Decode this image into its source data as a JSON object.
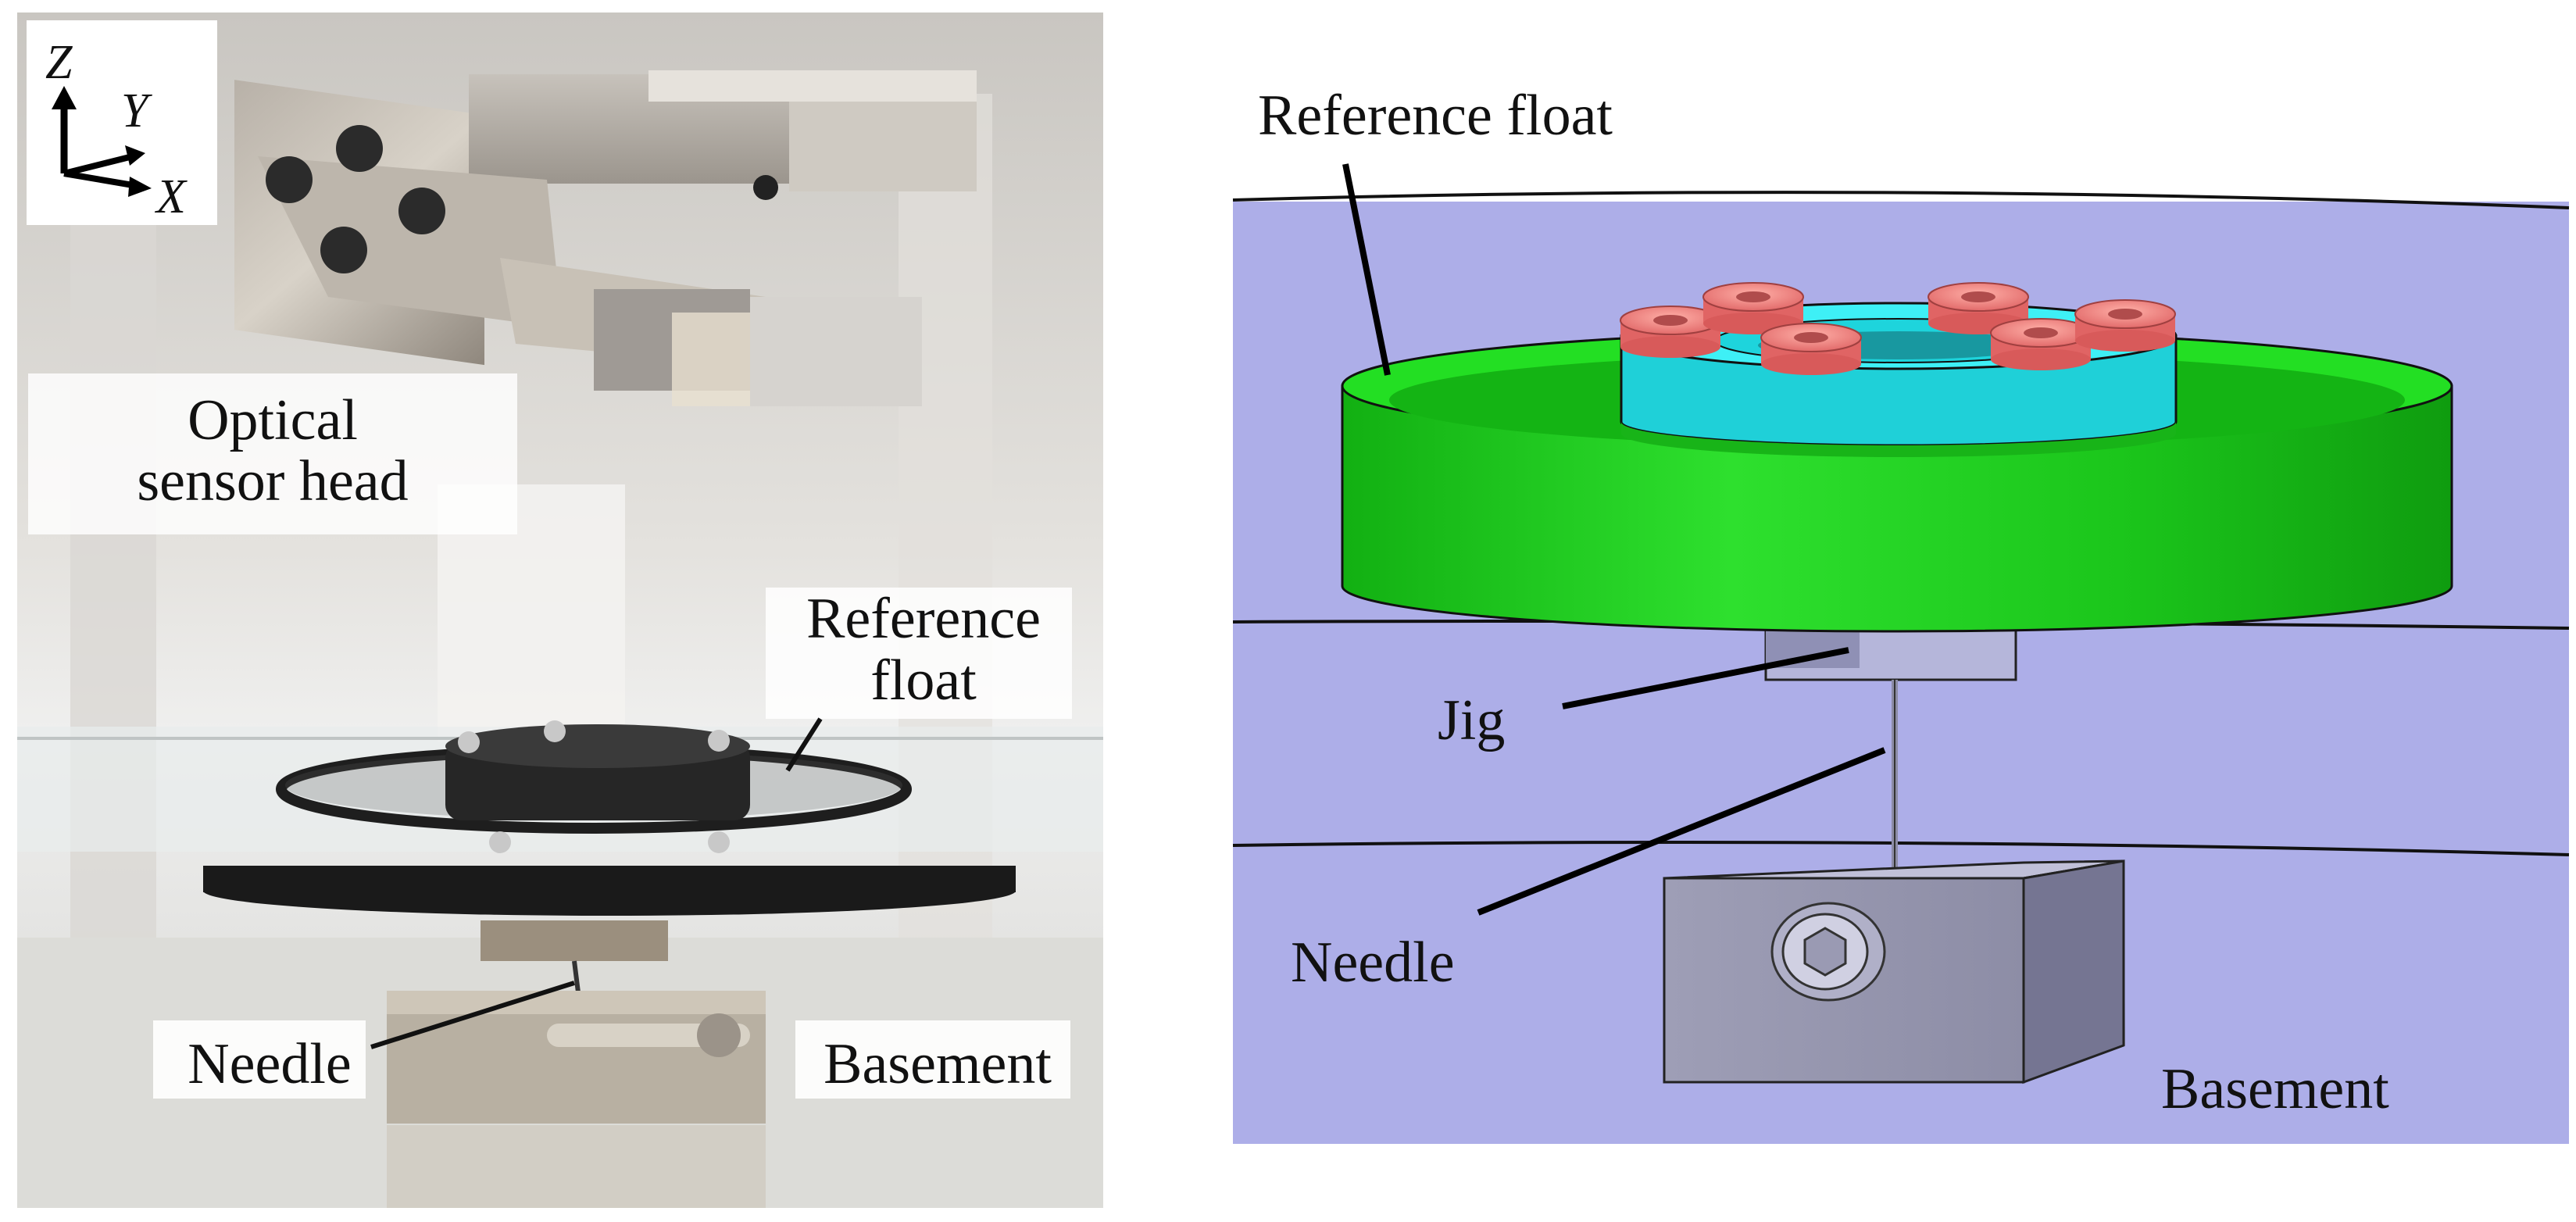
{
  "photo_panel": {
    "axes": {
      "z": "Z",
      "y": "Y",
      "x": "X"
    },
    "labels": {
      "sensor_line1": "Optical",
      "sensor_line2": "sensor head",
      "float_line1": "Reference",
      "float_line2": "float",
      "needle": "Needle",
      "basement": "Basement"
    }
  },
  "cad_panel": {
    "labels": {
      "reference_float": "Reference float",
      "jig": "Jig",
      "needle": "Needle",
      "basement": "Basement"
    },
    "colors": {
      "background": "#adaee8",
      "float_ring": "#22dd22",
      "float_ring_dark": "#13b013",
      "inner_ring": "#22e6ee",
      "screws": "#f07878",
      "basement_block": "#9898b0"
    }
  }
}
